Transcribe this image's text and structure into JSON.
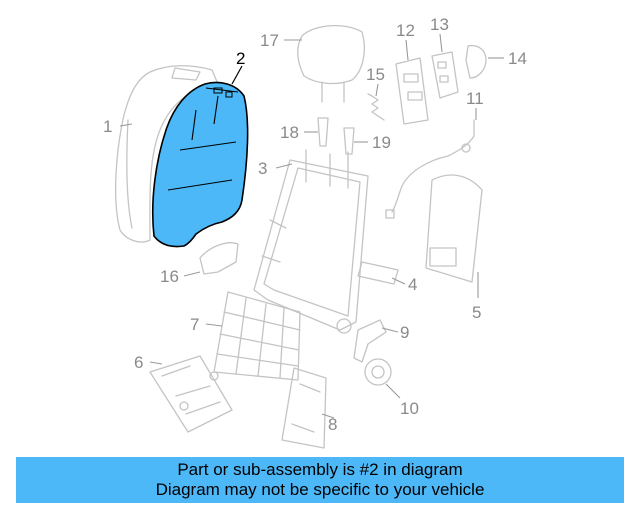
{
  "diagram": {
    "highlight_color": "#4db8f7",
    "highlighted_part": "2",
    "callouts": {
      "c1": "1",
      "c2": "2",
      "c3": "3",
      "c4": "4",
      "c5": "5",
      "c6": "6",
      "c7": "7",
      "c8": "8",
      "c9": "9",
      "c10": "10",
      "c11": "11",
      "c12": "12",
      "c13": "13",
      "c14": "14",
      "c15": "15",
      "c16": "16",
      "c17": "17",
      "c18": "18",
      "c19": "19"
    }
  },
  "caption": {
    "line1": "Part or sub-assembly is #2 in diagram",
    "line2": "Diagram may not be specific to your vehicle",
    "background": "#4db8f7"
  }
}
